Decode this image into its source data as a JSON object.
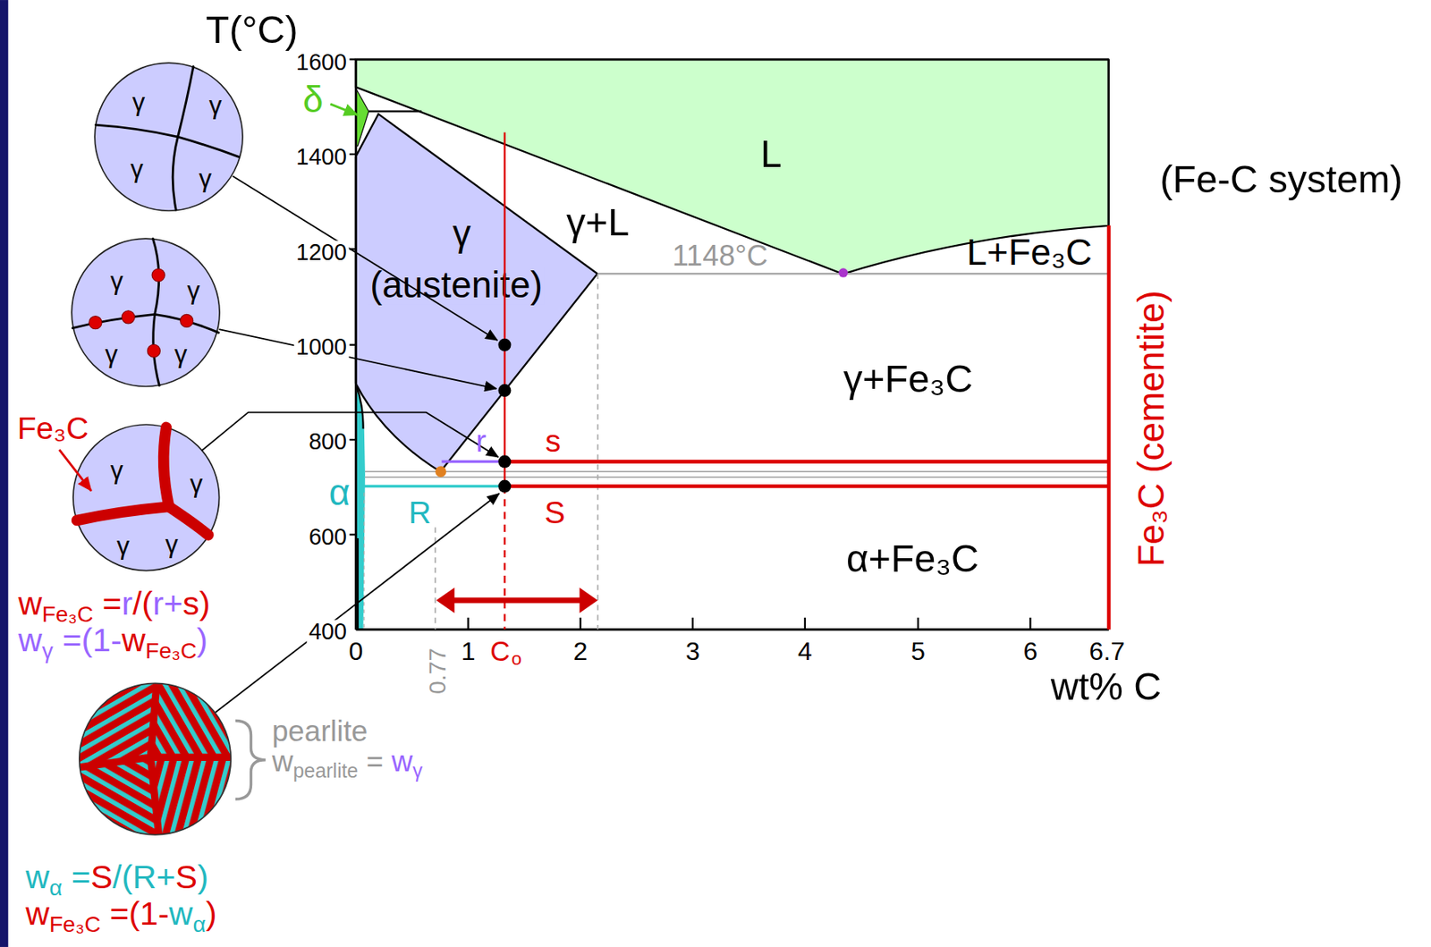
{
  "diagram": {
    "nodes": [
      {
        "text": [
          "L"
        ]
      },
      {
        "text": [
          "γ",
          "(austenite)"
        ]
      },
      {
        "text": [
          "γ",
          "γ",
          "γ",
          "γ"
        ]
      },
      {
        "text": [
          "γ",
          "γ",
          "γ",
          "γ"
        ]
      },
      {
        "text": [
          "γ",
          "γ",
          "γ",
          "γ"
        ]
      }
    ],
    "labels": [
      "T(°C)",
      "1600",
      "1400",
      "1200",
      "1000",
      "800",
      "600",
      "400",
      "δ",
      "γ+L",
      "1148°C",
      "L+Fe₃C",
      "(Fe-C system)",
      "γ+Fe₃C",
      "r",
      "s",
      "α",
      "R",
      "S",
      "α+Fe₃C",
      "Fe₃C (cementite)",
      "0",
      "0.77",
      "1",
      "C",
      "o",
      "2",
      "3",
      "4",
      "5",
      "6",
      "6.7",
      "wt% C",
      "Fe₃C",
      "w",
      "Fe₃C",
      "=",
      "r",
      "/(",
      "r+",
      "s",
      ")",
      "w",
      "γ",
      "=(1-",
      "w",
      "Fe₃C",
      ")",
      "pearlite",
      "w",
      "pearlite",
      "=",
      "w",
      "γ",
      "w",
      "α",
      "=",
      "S",
      "/(",
      "R",
      "+",
      "S",
      ")",
      "w",
      "Fe₃C",
      "=(1-",
      "w",
      "α",
      ")"
    ]
  }
}
